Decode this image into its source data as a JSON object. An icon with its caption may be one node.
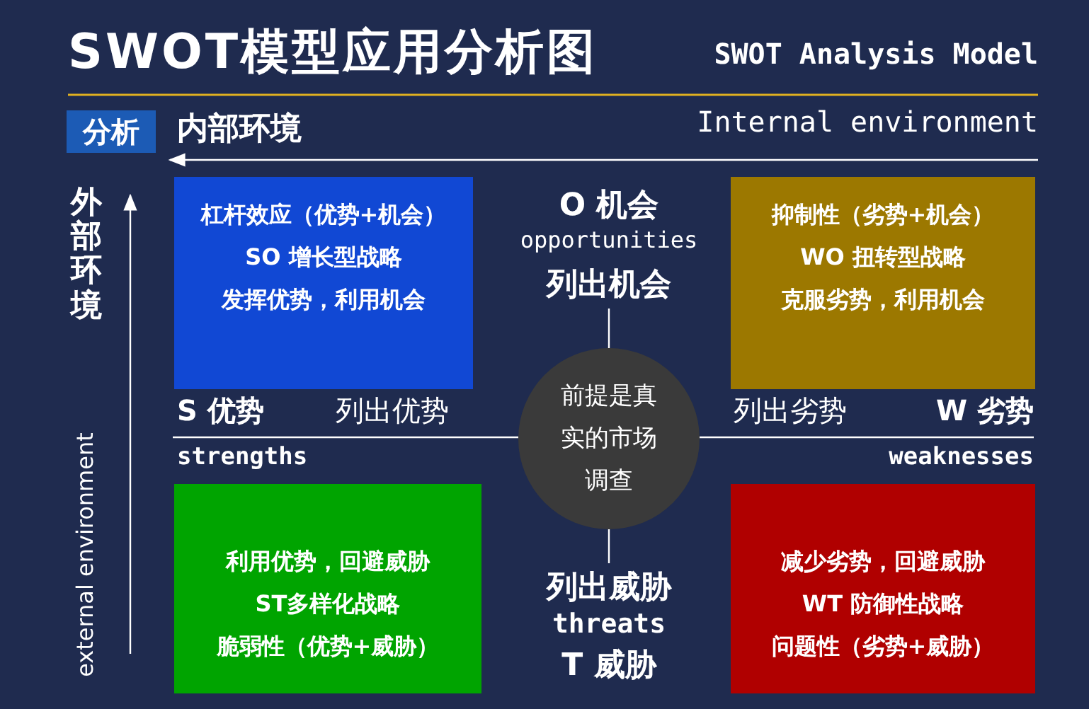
{
  "diagram": {
    "title": "SWOT模型应用分析图",
    "nodes": [
      {
        "text": [
          "分析"
        ]
      },
      {
        "text": [
          "杠杆效应（优势+机会）",
          "SO 增长型战略",
          "发挥优势，利用机会"
        ]
      },
      {
        "text": [
          "抑制性（劣势+机会）",
          "WO 扭转型战略",
          "克服劣势，利用机会"
        ]
      },
      {
        "text": [
          "前提是真实的市场调查"
        ]
      },
      {
        "text": [
          "利用优势，回避威胁",
          "ST多样化战略",
          "脆弱性（优势+威胁）"
        ]
      },
      {
        "text": [
          "减少劣势，回避威胁",
          "WT 防御性战略",
          "问题性（劣势+威胁）"
        ]
      }
    ],
    "labels": [
      "SWOT Analysis Model",
      "内部环境",
      "Internal environment",
      "外部环境",
      "external environment",
      "O 机会",
      "opportunities",
      "列出机会",
      "S 优势",
      "列出优势",
      "strengths",
      "列出劣势",
      "W 劣势",
      "weaknesses",
      "列出威胁",
      "threats",
      "T 威胁"
    ]
  }
}
